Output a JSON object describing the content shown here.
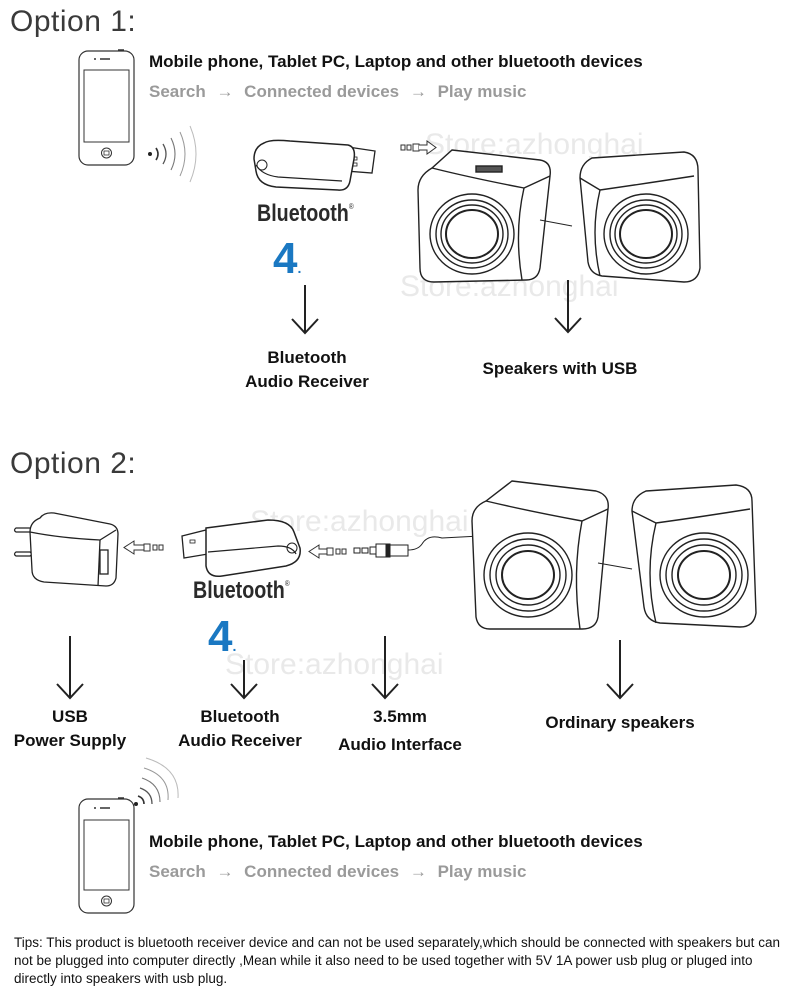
{
  "option1": {
    "title": "Option 1:",
    "devices_text": "Mobile phone, Tablet PC, Laptop and other bluetooth devices",
    "steps": [
      "Search",
      "Connected devices",
      "Play music"
    ],
    "arrow_glyph": "→",
    "receiver_brand": "Bluetooth",
    "receiver_version": "4",
    "receiver_version_dot": ".",
    "registered_mark": "®",
    "labels": {
      "receiver": [
        "Bluetooth",
        "Audio Receiver"
      ],
      "speakers": "Speakers with USB"
    }
  },
  "option2": {
    "title": "Option 2:",
    "receiver_brand": "Bluetooth",
    "receiver_version": "4",
    "receiver_version_dot": ".",
    "registered_mark": "®",
    "labels": {
      "power": [
        "USB",
        "Power Supply"
      ],
      "receiver": [
        "Bluetooth",
        "Audio Receiver"
      ],
      "interface": [
        "3.5mm",
        "Audio Interface"
      ],
      "speakers": "Ordinary speakers"
    },
    "devices_text": "Mobile phone, Tablet PC, Laptop and other bluetooth devices",
    "steps": [
      "Search",
      "Connected devices",
      "Play music"
    ],
    "arrow_glyph": "→"
  },
  "watermark": "Store:azhonghai",
  "tips": "Tips: This product is bluetooth receiver device and can not be used separately,which should be connected with speakers but can not be plugged into computer directly ,Mean while it also need to be used together with 5V 1A power usb plug or pluged into directly into speakers with usb plug.",
  "colors": {
    "title_gray": "#3a3a3a",
    "steps_gray": "#9a9a9a",
    "bluetooth_blue": "#1a78c2",
    "line": "#222222"
  }
}
